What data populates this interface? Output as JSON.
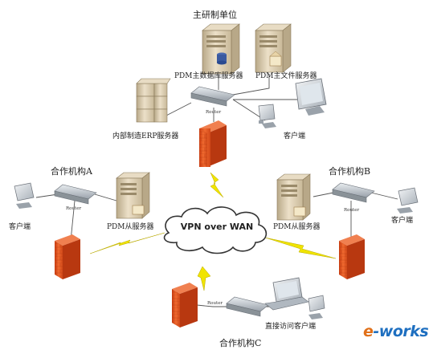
{
  "sites": {
    "main": "主研制单位",
    "a": "合作机构A",
    "b": "合作机构B",
    "c": "合作机构C"
  },
  "labels": {
    "pdm_db_server": "PDM主数据库服务器",
    "pdm_file_server": "PDM主文件服务器",
    "erp_server": "内部制造ERP服务器",
    "client_main": "客户端",
    "client_a": "客户端",
    "client_b": "客户端",
    "pdm_slave_a": "PDM从服务器",
    "pdm_slave_b": "PDM从服务器",
    "direct_client": "直接访问客户端",
    "router": "Router"
  },
  "cloud": {
    "text": "VPN over WAN"
  },
  "logo": {
    "text": "e-works",
    "colors": {
      "e": "#e0701a",
      "rest": "#1e6fc0"
    }
  },
  "colors": {
    "firewall": "#e05a1e",
    "lightning": "#f0e000",
    "server": "#d8c8a8",
    "router": "#c8ccd0",
    "monitor": "#c0c6cc",
    "lines": "#555555"
  }
}
